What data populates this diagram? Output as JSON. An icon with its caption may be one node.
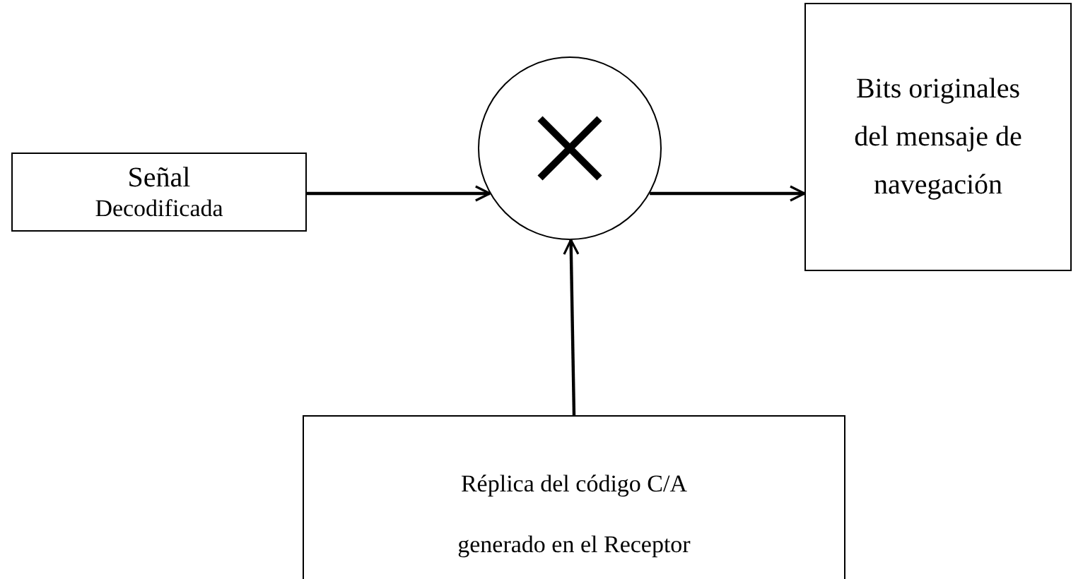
{
  "diagram": {
    "nodes": [
      {
        "text": [
          "Señal",
          "Decodificada"
        ]
      },
      {
        "text": [],
        "shape": "circle"
      },
      {
        "text": [
          "Bits originales del mensaje de navegación"
        ]
      },
      {
        "text": [
          "Réplica del código C/A generado en el Receptor"
        ]
      }
    ],
    "edges": [
      {
        "from": 0,
        "to": 1,
        "arrow": "to"
      },
      {
        "from": 1,
        "to": 2,
        "arrow": "to"
      },
      {
        "from": 3,
        "to": 1,
        "arrow": "to"
      }
    ]
  }
}
